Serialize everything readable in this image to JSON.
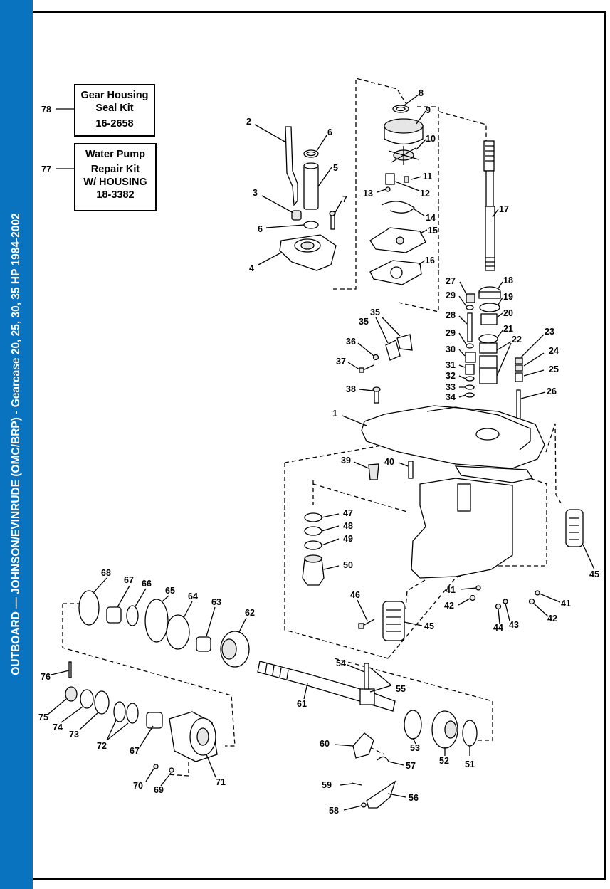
{
  "sidebar": {
    "title": "OUTBOARD — JOHNSON/EVINRUDE (OMC/BRP) - Gearcase 20, 25, 30, 35 HP  1984-2002",
    "color": "#0a73bf"
  },
  "kits": [
    {
      "ref": "78",
      "lines": [
        "Gear Housing",
        "Seal Kit",
        "16-2658"
      ]
    },
    {
      "ref": "77",
      "lines": [
        "Water Pump",
        "Repair Kit",
        "W/ HOUSING",
        "18-3382"
      ]
    }
  ],
  "callouts": [
    "1",
    "2",
    "3",
    "4",
    "5",
    "6",
    "6",
    "7",
    "8",
    "9",
    "10",
    "11",
    "12",
    "13",
    "14",
    "15",
    "16",
    "17",
    "18",
    "19",
    "20",
    "21",
    "22",
    "22",
    "23",
    "24",
    "25",
    "26",
    "27",
    "28",
    "29",
    "29",
    "30",
    "31",
    "32",
    "33",
    "34",
    "35",
    "35",
    "36",
    "37",
    "38",
    "39",
    "40",
    "41",
    "41",
    "42",
    "42",
    "43",
    "44",
    "45",
    "45",
    "46",
    "47",
    "48",
    "49",
    "50",
    "51",
    "52",
    "53",
    "54",
    "55",
    "56",
    "57",
    "58",
    "59",
    "60",
    "61",
    "62",
    "63",
    "64",
    "65",
    "66",
    "67",
    "67",
    "68",
    "69",
    "70",
    "71",
    "72",
    "73",
    "74",
    "75",
    "76"
  ]
}
